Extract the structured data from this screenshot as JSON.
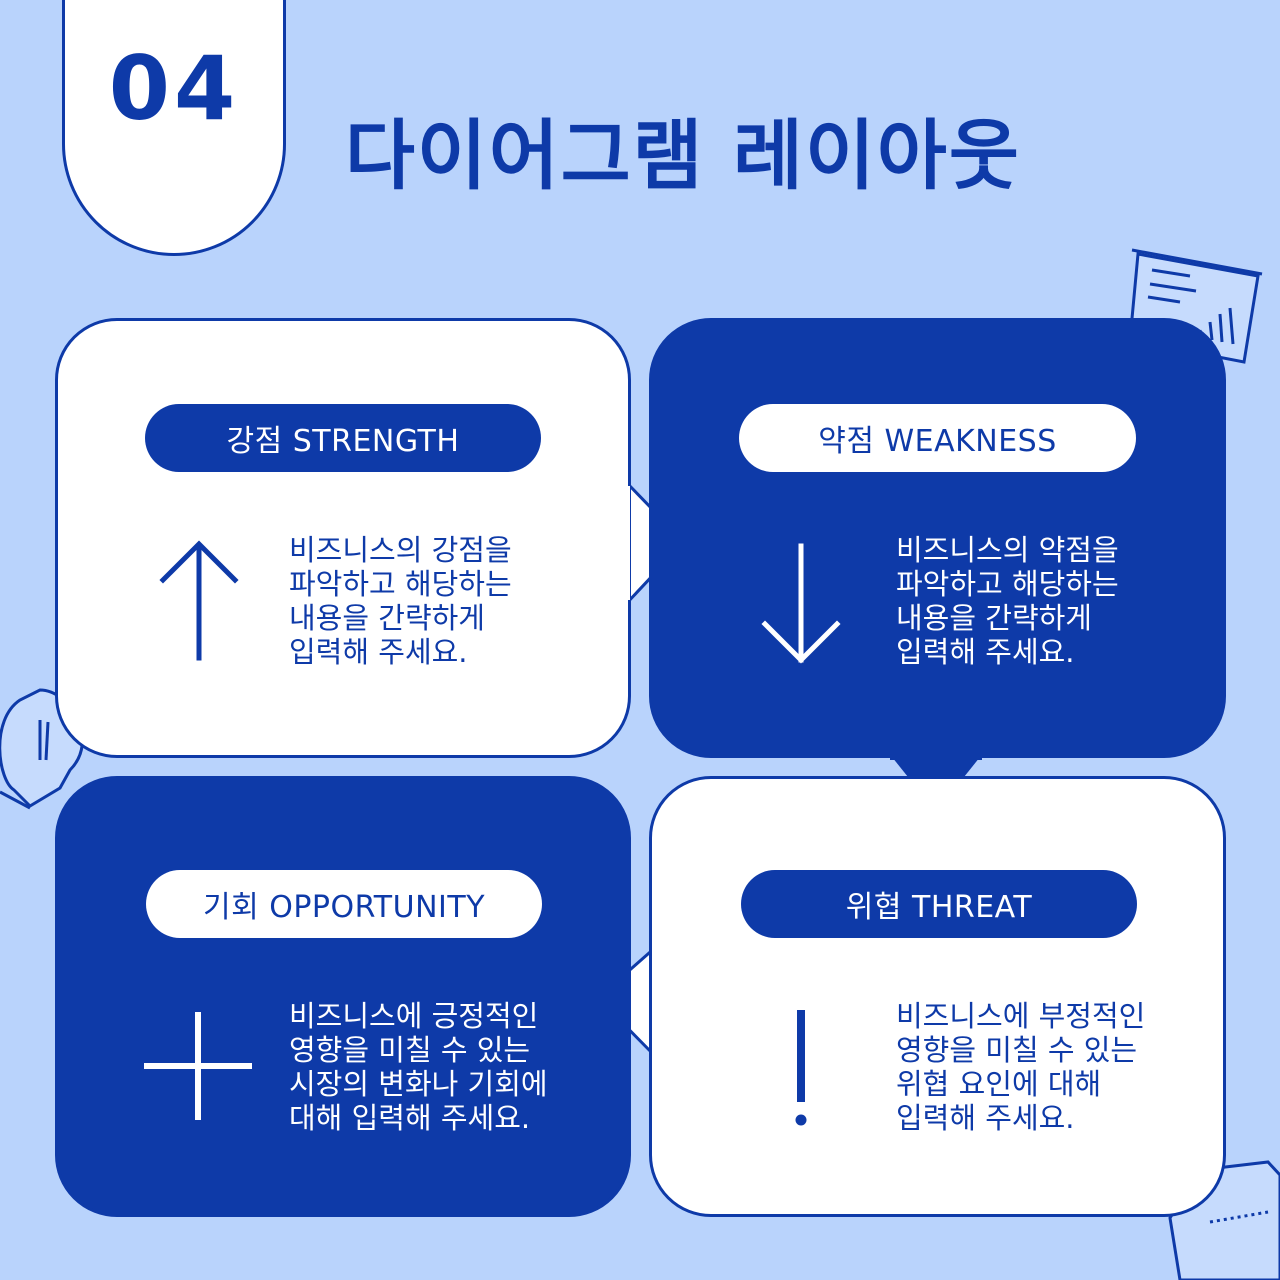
{
  "header": {
    "number": "04",
    "title": "다이어그램 레이아웃"
  },
  "colors": {
    "background": "#b9d3fc",
    "accent": "#0e3aa8",
    "white": "#ffffff"
  },
  "quadrants": {
    "strength": {
      "label": "강점 STRENGTH",
      "icon": "arrow-up-icon",
      "lines": [
        "비즈니스의 강점을",
        "파악하고 해당하는",
        "내용을 간략하게",
        "입력해 주세요."
      ]
    },
    "weakness": {
      "label": "약점 WEAKNESS",
      "icon": "arrow-down-icon",
      "lines": [
        "비즈니스의 약점을",
        "파악하고 해당하는",
        "내용을 간략하게",
        "입력해 주세요."
      ]
    },
    "opportunity": {
      "label": "기회 OPPORTUNITY",
      "icon": "plus-icon",
      "lines": [
        "비즈니스에 긍정적인",
        "영향을 미칠 수 있는",
        "시장의 변화나 기회에",
        "대해 입력해 주세요."
      ]
    },
    "threat": {
      "label": "위협 THREAT",
      "icon": "exclamation-icon",
      "lines": [
        "비즈니스에 부정적인",
        "영향을 미칠 수 있는",
        "위협 요인에 대해",
        "입력해 주세요."
      ]
    }
  },
  "decorations": [
    "presentation-board-icon",
    "lightbulb-icon",
    "folder-icon"
  ]
}
